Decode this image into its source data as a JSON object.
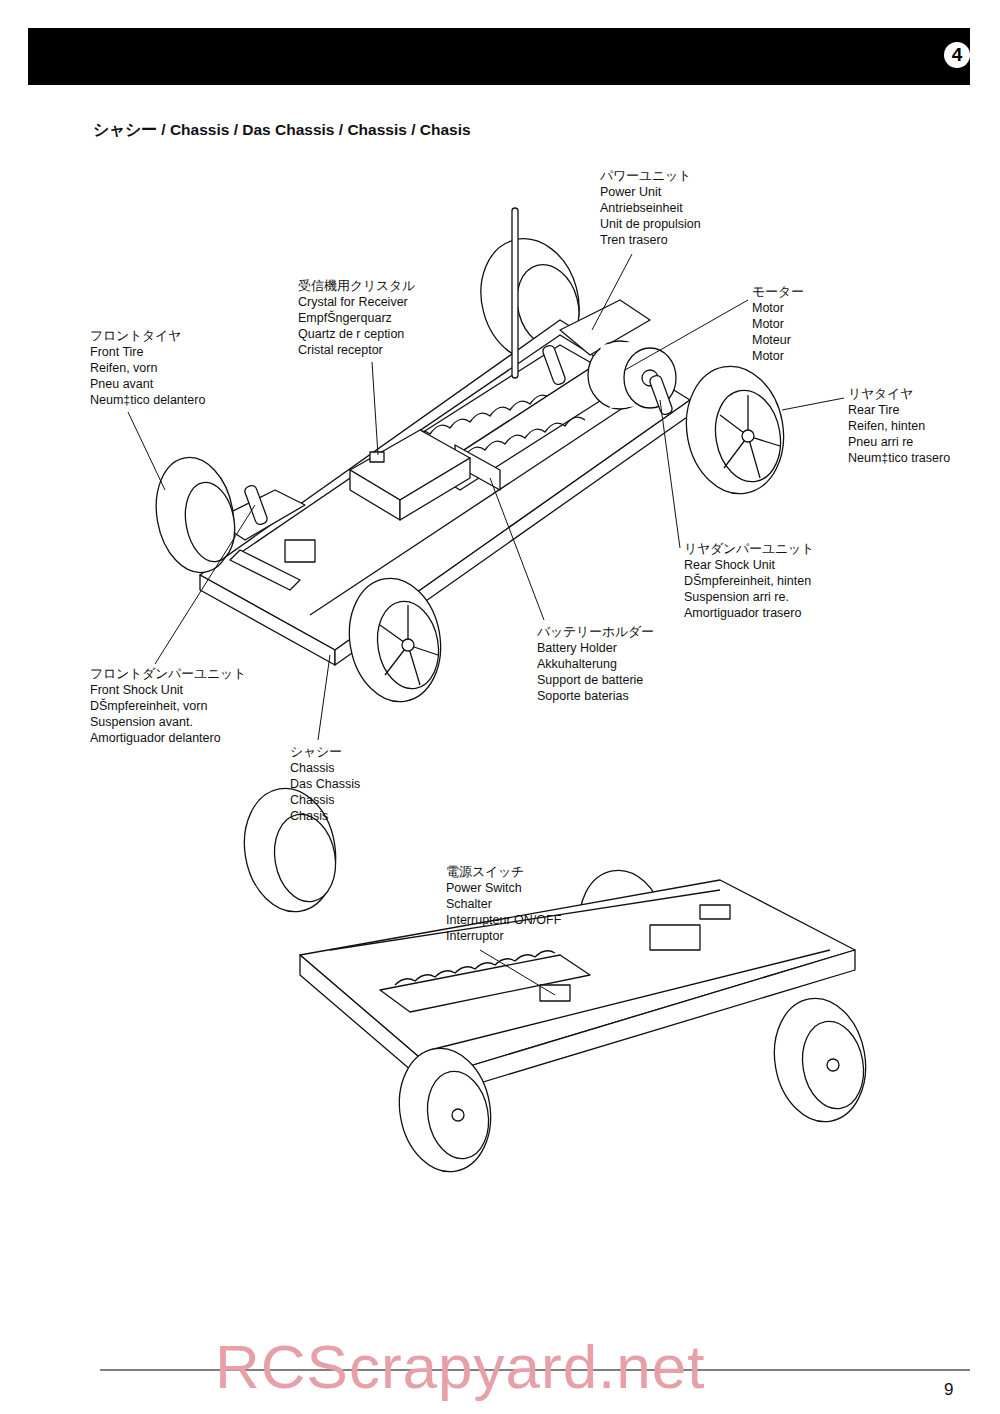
{
  "diagram": {
    "title": "シャシー / Chassis / Das Chassis / Chassis / Chasis",
    "labels": [
      "4",
      "パワーユニット",
      "Power Unit",
      "Antriebseinheit",
      "Unit  de propulsion",
      "Tren trasero",
      "受信機用クリスタル",
      "Crystal for Receiver",
      "EmpfŠngerquarz",
      "Quartz de r ception",
      "Cristal receptor",
      "モーター",
      "Motor",
      "Motor",
      "Moteur",
      "Motor",
      "フロントタイヤ",
      "Front Tire",
      "Reifen, vorn",
      "Pneu avant",
      "Neum‡tico delantero",
      "リヤタイヤ",
      "Rear Tire",
      "Reifen, hinten",
      "Pneu arri re",
      "Neum‡tico trasero",
      "リヤダンパーユニット",
      "Rear Shock Unit",
      "DŠmpfereinheit, hinten",
      "Suspension arri re.",
      "Amortiguador trasero",
      "バッテリーホルダー",
      "Battery Holder",
      "Akkuhalterung",
      "Support de batterie",
      "Soporte baterias",
      "フロントダンパーユニット",
      "Front Shock Unit",
      "DŠmpfereinheit, vorn",
      "Suspension avant.",
      "Amortiguador delantero",
      "シャシー",
      "Chassis",
      "Das Chassis",
      "Chassis",
      "Chasis",
      "電源スイッチ",
      "Power Switch",
      "Schalter",
      "Interrupteur ON/OFF",
      "Interruptor",
      "RCScrapyard.net",
      "9"
    ]
  }
}
